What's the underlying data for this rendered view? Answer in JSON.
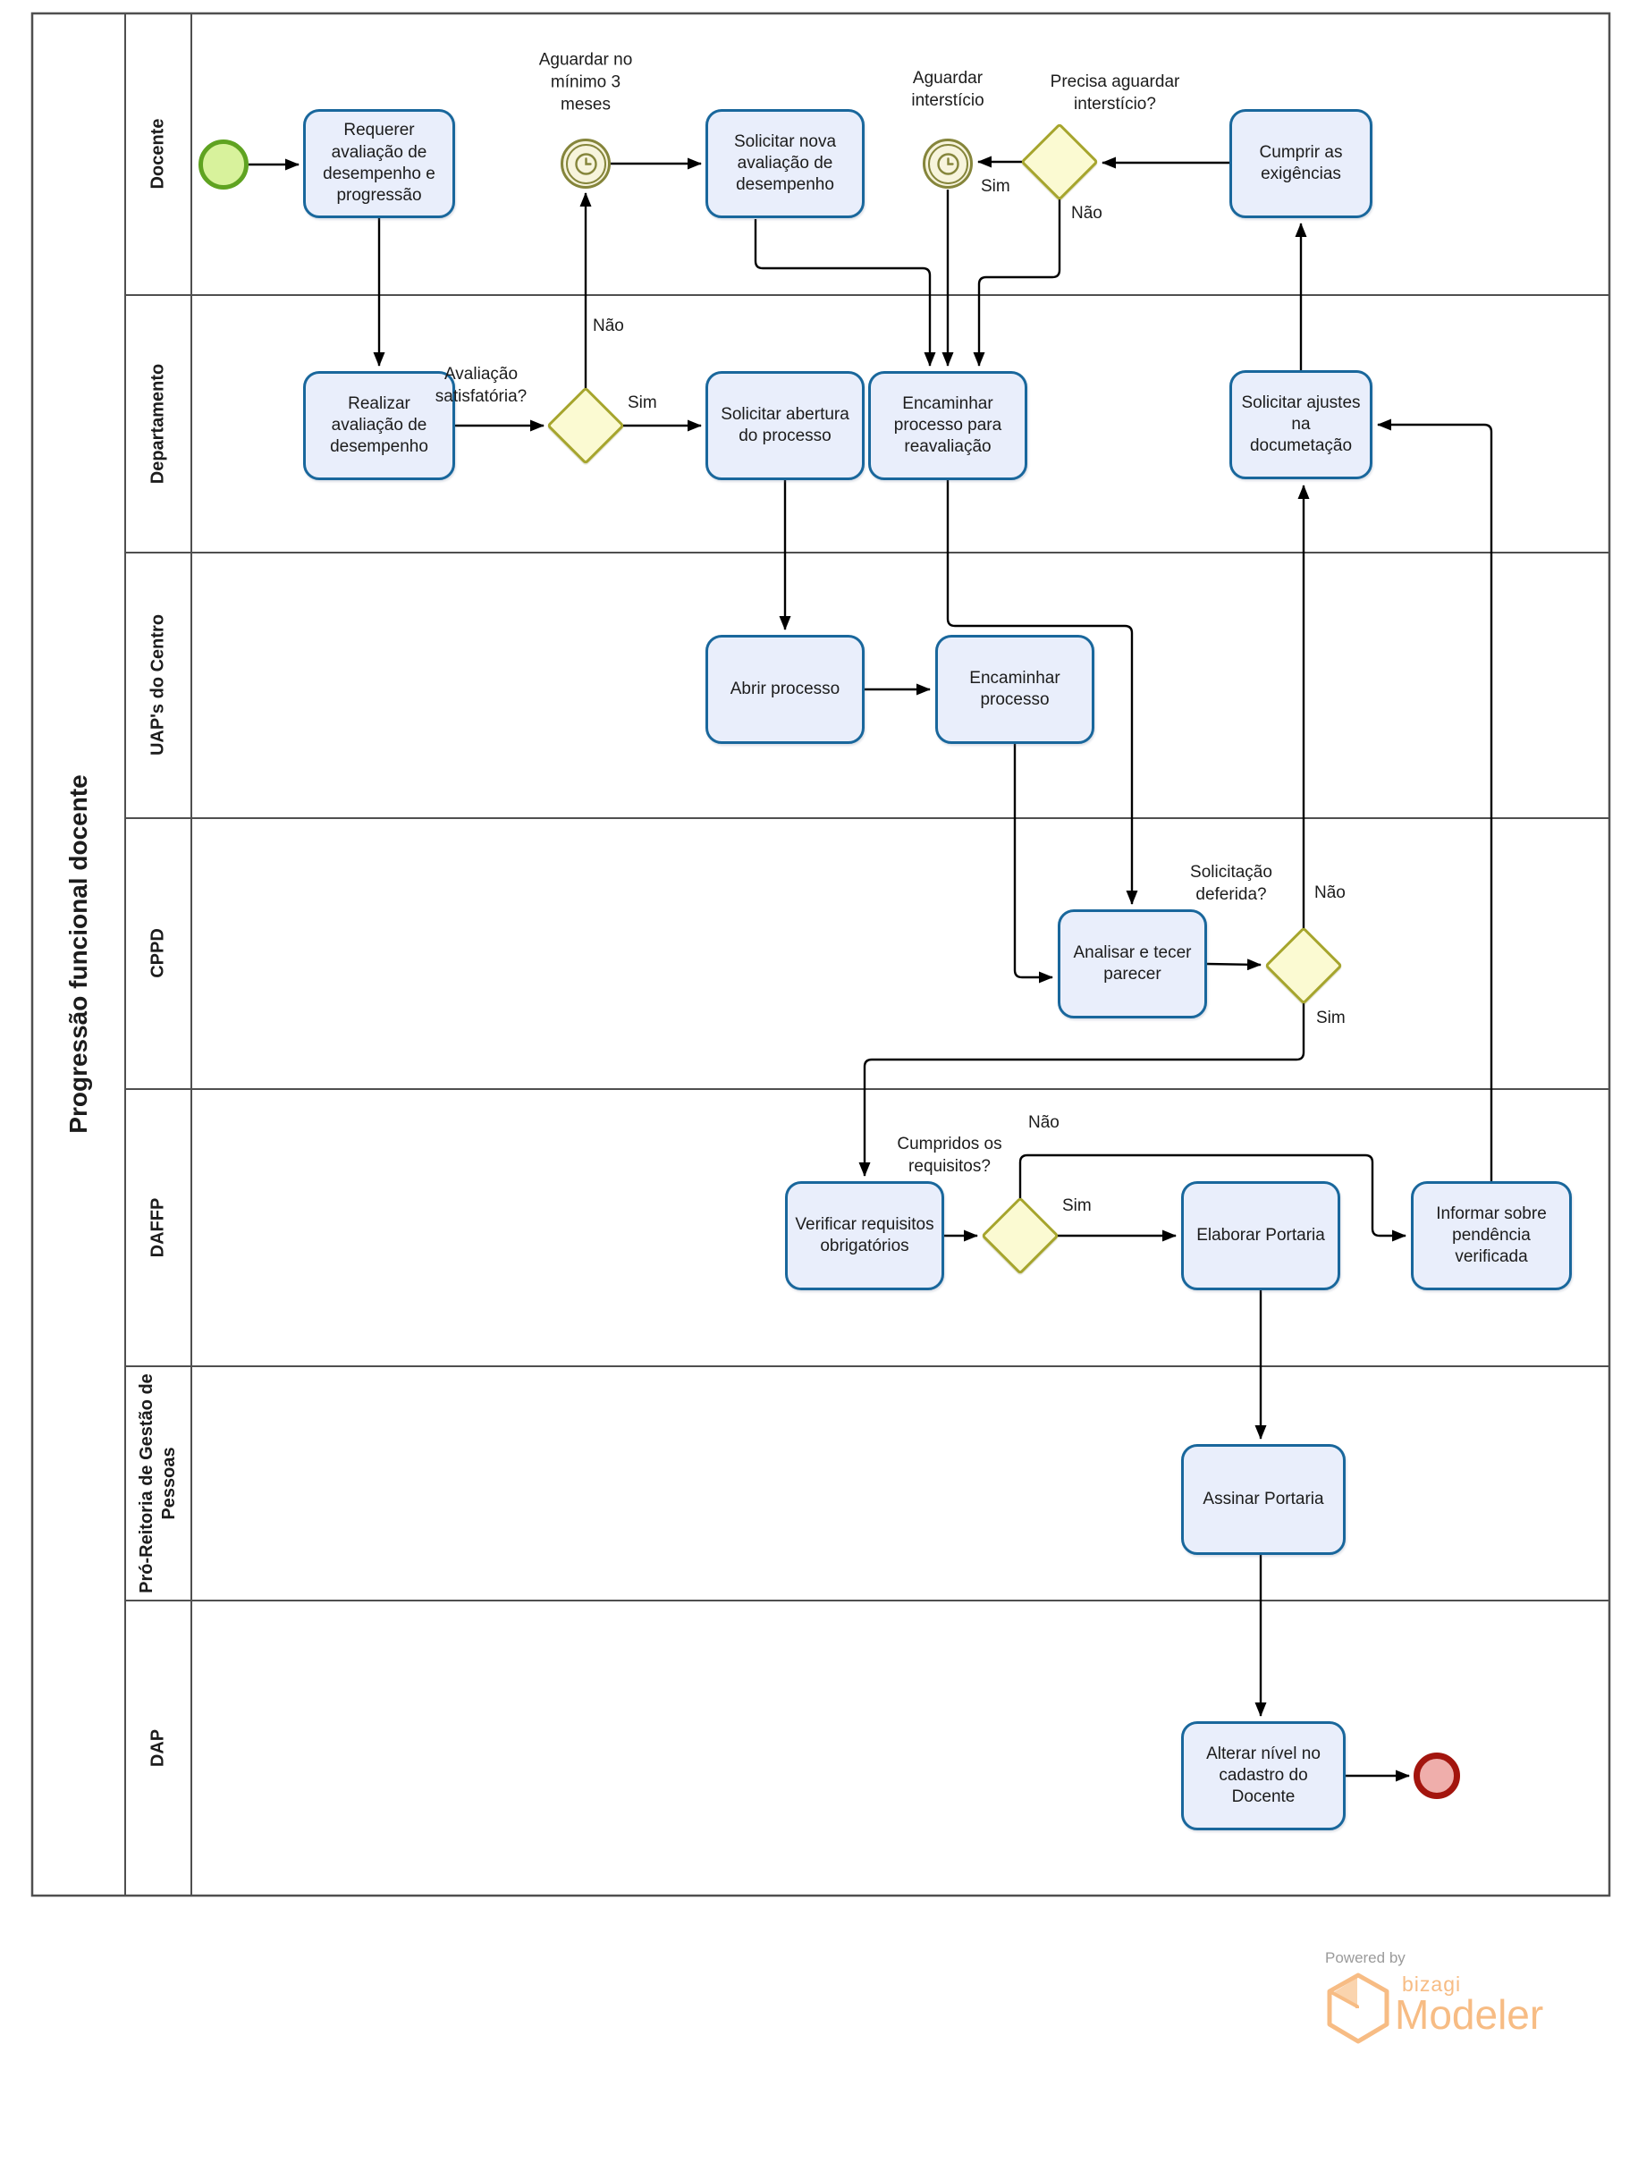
{
  "pool": {
    "title": "Progressão funcional docente"
  },
  "lanes": [
    {
      "label": "Docente"
    },
    {
      "label": "Departamento"
    },
    {
      "label": "UAP's do Centro"
    },
    {
      "label": "CPPD"
    },
    {
      "label": "DAFFP"
    },
    {
      "label": "Pró-Reitoria de Gestão de\nPessoas"
    },
    {
      "label": "DAP"
    }
  ],
  "tasks": {
    "requerer": "Requerer avaliação de desempenho e progressão",
    "solicitar_nova": "Solicitar nova avaliação de desempenho",
    "cumprir": "Cumprir as exigências",
    "realizar": "Realizar avaliação de desempenho",
    "abertura": "Solicitar abertura do processo",
    "enc_reaval": "Encaminhar processo para reavaliação",
    "ajustes": "Solicitar ajustes na documetação",
    "abrir": "Abrir processo",
    "enc_uap": "Encaminhar processo",
    "analisar": "Analisar e tecer parecer",
    "verificar": "Verificar requisitos obrigatórios",
    "elaborar": "Elaborar Portaria",
    "informar": "Informar sobre pendência verificada",
    "assinar": "Assinar Portaria",
    "alterar": "Alterar nível no cadastro do Docente"
  },
  "timer_labels": {
    "t1": "Aguardar no\nmínimo 3\nmeses",
    "t2": "Aguardar\ninterstício"
  },
  "gateway_questions": {
    "avaliacao": "Avaliação\nsatisfatória?",
    "precisa": "Precisa aguardar\ninterstício?",
    "deferida": "Solicitação\ndeferida?",
    "cumpridos": "Cumpridos os\nrequisitos?"
  },
  "edge_labels": {
    "aval_nao": "Não",
    "aval_sim": "Sim",
    "precisa_sim": "Sim",
    "precisa_nao": "Não",
    "deferida_nao": "Não",
    "deferida_sim": "Sim",
    "cumpridos_sim": "Sim",
    "cumpridos_nao": "Não"
  },
  "branding": {
    "powered_by": "Powered by",
    "brand": "bizagi",
    "product": "Modeler"
  },
  "colors": {
    "task_fill": "#E9EEFB",
    "task_border": "#19679C",
    "gateway_fill": "#FBFAD2",
    "gateway_border": "#A6A52D",
    "timer_color": "#85853B",
    "timer_fill": "#F7F4DC",
    "start_fill": "#D8F29C",
    "start_border": "#5FA321",
    "end_fill": "#EFAEAB",
    "end_border": "#A3150E",
    "lane_border": "#4F4F4F",
    "flow": "#000000",
    "brand_orange": "#F7BC84",
    "powered_gray": "#9B9B9B"
  }
}
